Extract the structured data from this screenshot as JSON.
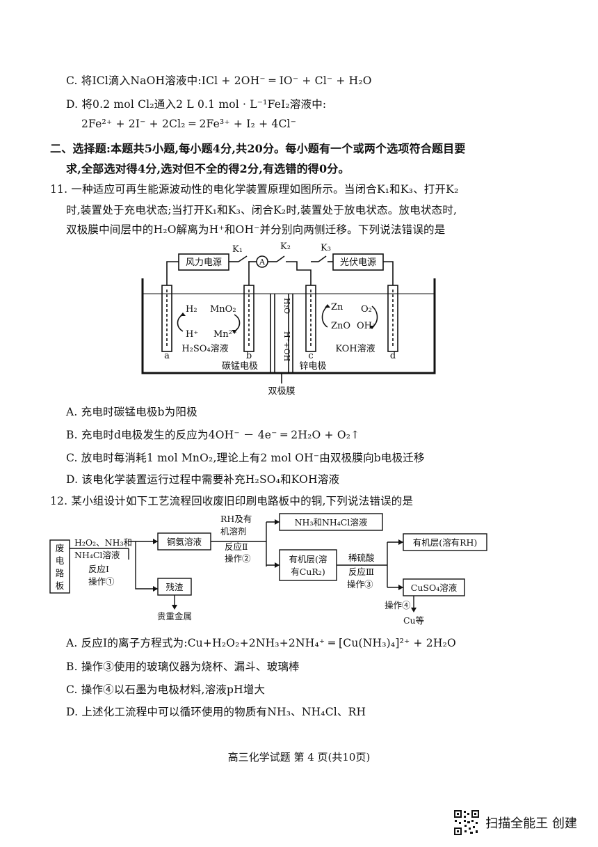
{
  "options_q10": {
    "C": "C. 将ICl滴入NaOH溶液中:ICl + 2OH⁻ ═ IO⁻ + Cl⁻ + H₂O",
    "D": "D. 将0.2 mol Cl₂通入2 L 0.1 mol · L⁻¹FeI₂溶液中:",
    "D_eq": "2Fe²⁺ + 2I⁻ + 2Cl₂ ═ 2Fe³⁺ + I₂ + 4Cl⁻"
  },
  "section2": {
    "line1": "二、选择题:本题共5小题,每小题4分,共20分。每小题有一个或两个选项符合题目要",
    "line2": "求,全部选对得4分,选对但不全的得2分,有选错的得0分。"
  },
  "q11": {
    "stem1": "11. 一种适应可再生能源波动性的电化学装置原理如图所示。当闭合K₁和K₃、打开K₂",
    "stem2": "时,装置处于充电状态;当打开K₁和K₃、闭合K₂时,装置处于放电状态。放电状态时,",
    "stem3": "双极膜中间层中的H₂O解离为H⁺和OH⁻并分别向两侧迁移。下列说法错误的是",
    "diagram": {
      "wind": "风力电源",
      "solar": "光伏电源",
      "k1": "K₁",
      "k2": "K₂",
      "k3": "K₃",
      "ammeter": "A",
      "h2": "H₂",
      "mno2": "MnO₂",
      "hplus": "H⁺",
      "mn2": "Mn²⁺",
      "h2so4": "H₂SO₄溶液",
      "zn": "Zn",
      "zno": "ZnO",
      "o2": "O₂",
      "ohminus": "OH⁻",
      "koh": "KOH溶液",
      "label_a": "a",
      "label_b": "b",
      "label_c": "c",
      "label_d": "d",
      "cmn_electrode": "碳锰电极",
      "zn_electrode": "锌电极",
      "membrane_top": "H₂O",
      "membrane_bottom": "H⁺+OH⁻",
      "bipolar": "双极膜"
    },
    "A": "A. 充电时碳锰电极b为阳极",
    "B": "B. 充电时d电极发生的反应为4OH⁻ － 4e⁻ ═ 2H₂O + O₂↑",
    "C": "C. 放电时每消耗1 mol MnO₂,理论上有2 mol OH⁻由双极膜向b电极迁移",
    "D": "D. 该电化学装置运行过程中需要补充H₂SO₄和KOH溶液"
  },
  "q12": {
    "stem": "12. 某小组设计如下工艺流程回收废旧印刷电路板中的铜,下列说法错误的是",
    "flow": {
      "waste": [
        "废",
        "电",
        "路",
        "板"
      ],
      "reagent1a": "H₂O₂、NH₃和",
      "reagent1b": "NH₄Cl溶液",
      "reaction1": "反应Ⅰ",
      "op1": "操作①",
      "cu_ammonia": "铜氨溶液",
      "residue": "残渣",
      "precious": "贵重金属",
      "reagent2a": "RH及有",
      "reagent2b": "机溶剂",
      "reaction2": "反应Ⅱ",
      "op2": "操作②",
      "nh3_box": "NH₃和NH₄Cl溶液",
      "org_a": "有机层(溶",
      "org_b": "有CuR₂)",
      "acid": "稀硫酸",
      "reaction3": "反应Ⅲ",
      "op3": "操作③",
      "org_rh": "有机层(溶有RH)",
      "cuso4": "CuSO₄溶液",
      "op4": "操作④",
      "cu": "Cu等"
    },
    "A": "A. 反应Ⅰ的离子方程式为:Cu+H₂O₂+2NH₃+2NH₄⁺ ═ [Cu(NH₃)₄]²⁺ + 2H₂O",
    "B": "B. 操作③使用的玻璃仪器为烧杯、漏斗、玻璃棒",
    "C": "C. 操作④以石墨为电极材料,溶液pH增大",
    "D": "D. 上述化工流程中可以循环使用的物质有NH₃、NH₄Cl、RH"
  },
  "footer": "高三化学试题  第 4 页(共10页)",
  "watermark": "扫描全能王 创建"
}
